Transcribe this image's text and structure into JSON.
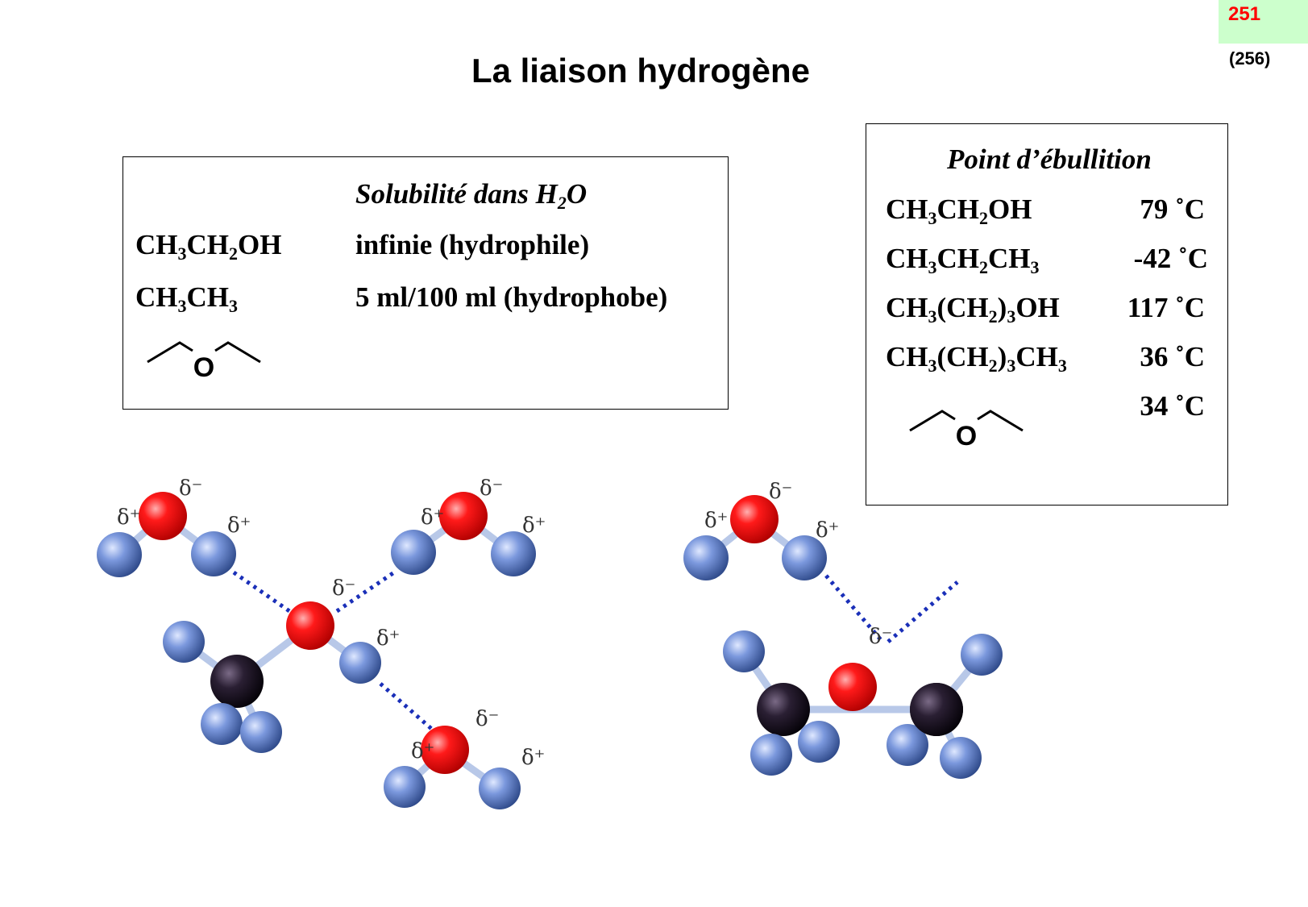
{
  "page": {
    "number": "251",
    "sub": "(256)"
  },
  "title": "La liaison hydrogène",
  "solubility": {
    "heading": {
      "pre": "Solubilité dans H",
      "sub": "2",
      "post": "O"
    },
    "rows": [
      {
        "formula": [
          [
            "CH",
            "3"
          ],
          [
            "CH",
            "2"
          ],
          [
            "OH",
            ""
          ]
        ],
        "value": "infinie (hydrophile)"
      },
      {
        "formula": [
          [
            "CH",
            "3"
          ],
          [
            "CH",
            "3"
          ]
        ],
        "value": "5 ml/100 ml (hydrophobe)"
      }
    ],
    "ether_label": "O"
  },
  "boiling": {
    "heading": "Point d’ébullition",
    "rows": [
      {
        "formula": [
          [
            "CH",
            "3"
          ],
          [
            "CH",
            "2"
          ],
          [
            "OH",
            ""
          ]
        ],
        "value": "79 ˚C"
      },
      {
        "formula": [
          [
            "CH",
            "3"
          ],
          [
            "CH",
            "2"
          ],
          [
            "CH",
            "3"
          ]
        ],
        "value": "-42 ˚C"
      },
      {
        "formula": [
          [
            "CH",
            "3"
          ],
          [
            "(CH",
            "2"
          ],
          [
            ")",
            "3"
          ],
          [
            "OH",
            ""
          ]
        ],
        "value": "117 ˚C"
      },
      {
        "formula": [
          [
            "CH",
            "3"
          ],
          [
            "(CH",
            "2"
          ],
          [
            ")",
            "3"
          ],
          [
            "CH",
            "3"
          ]
        ],
        "value": "36 ˚C"
      },
      {
        "formula": [],
        "value": "34 ˚C"
      }
    ],
    "ether_label": "O"
  },
  "charges": {
    "minus": "δ⁻",
    "plus": "δ⁺"
  },
  "colors": {
    "oxygen": "#ff1a1a",
    "hydrogen": "#6f8fd8",
    "carbon": "#1a1020",
    "hbond": "#1a2fb8",
    "badge": "#ccffcc",
    "page_number": "#ff0000"
  }
}
